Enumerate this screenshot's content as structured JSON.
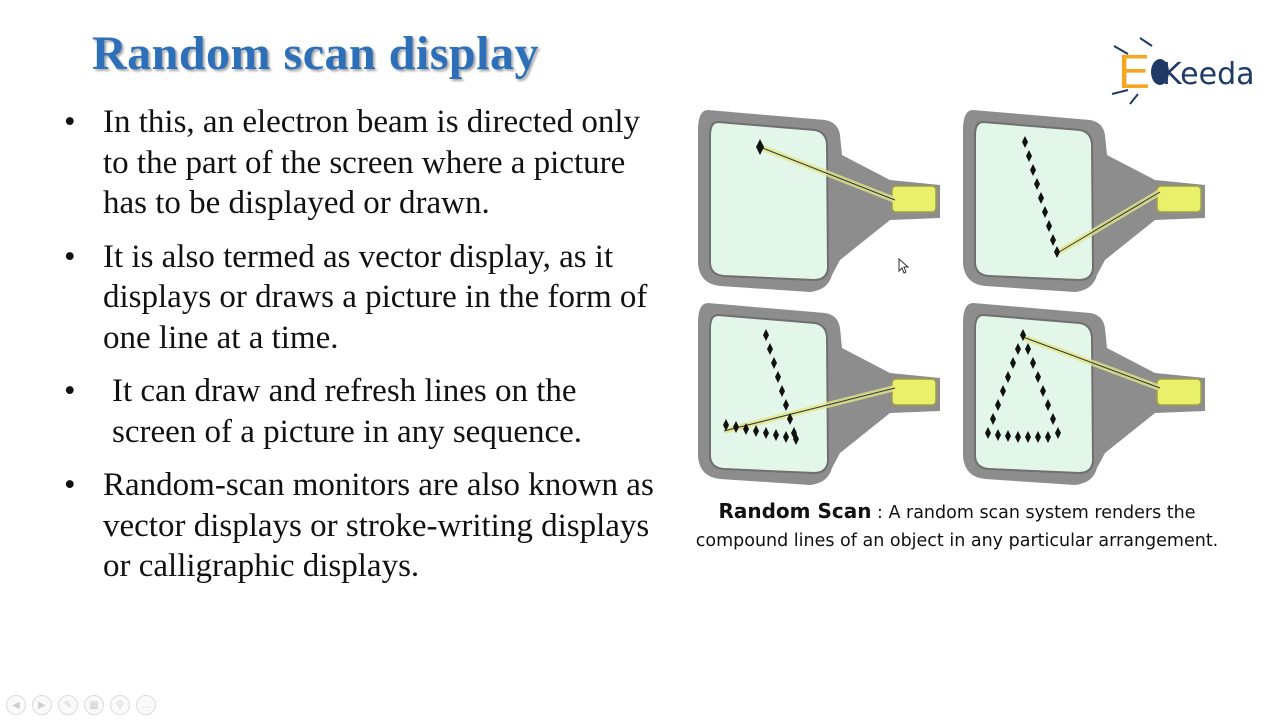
{
  "slide": {
    "title": "Random scan display",
    "bullets": [
      "In this, an electron beam is directed only to the part of the screen where a picture has to be displayed or drawn.",
      "It is also termed as vector display, as it displays or draws a picture in the form of one line at a time.",
      "It can draw and refresh lines on the screen of a picture in any sequence.",
      "Random-scan monitors are also known as vector displays or stroke-writing displays or calligraphic displays."
    ],
    "bullet_glyph": "•",
    "figure_caption": {
      "term": "Random Scan",
      "text": " : A random scan system renders the compound lines of an object in any particular arrangement."
    }
  },
  "logo": {
    "text": "Keeda",
    "letter": "E",
    "color": "#1f3a66",
    "accent": "#f5a623"
  },
  "colors": {
    "title": "#2d6fb8",
    "screen_fill": "#e3f6ea",
    "crt_body": "#8a8a8a",
    "gun": "#e9f06a",
    "beam": "#d9e08a"
  },
  "toolbar": {
    "buttons": [
      "prev-icon",
      "next-icon",
      "pen-icon",
      "slides-icon",
      "zoom-icon",
      "more-icon"
    ]
  }
}
